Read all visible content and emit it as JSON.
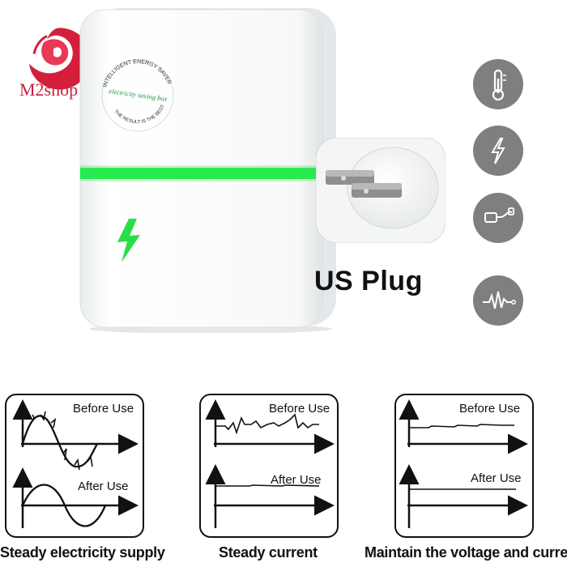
{
  "brand": {
    "name": "M2shop"
  },
  "device": {
    "label_arc_top": "INTELLIGENT ENERGY SAVER",
    "label_center": "electricity saving box",
    "label_arc_bottom": "THE RESULT IS THE BEST",
    "accent_green": "#22e04a",
    "bolt_icon": "lightning-bolt-icon"
  },
  "plug": {
    "label": "US Plug"
  },
  "features": [
    {
      "icon": "thermometer-icon"
    },
    {
      "icon": "lightning-icon"
    },
    {
      "icon": "usb-cable-icon"
    },
    {
      "icon": "waveform-icon"
    }
  ],
  "diagrams": [
    {
      "before_label": "Before Use",
      "after_label": "After Use",
      "caption": "Steady electricity supply"
    },
    {
      "before_label": "Before Use",
      "after_label": "After Use",
      "caption": "Steady current"
    },
    {
      "before_label": "Before Use",
      "after_label": "After Use",
      "caption": "Maintain the voltage and current"
    }
  ]
}
